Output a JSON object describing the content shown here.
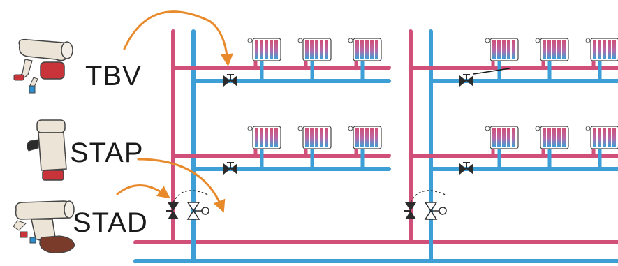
{
  "labels": {
    "tbv": "TBV",
    "stap": "STAP",
    "stad": "STAD"
  },
  "colors": {
    "supply_pipe": "#d0507a",
    "return_pipe": "#3d9fd6",
    "arrow": "#e8892a",
    "valve": "#2b2b2b",
    "radiator_top": "#d0507a",
    "radiator_bottom": "#3d9fd6"
  },
  "icons": {
    "tbv_valve": "tbv-valve-icon",
    "stap_valve": "stap-valve-icon",
    "stad_valve": "stad-valve-icon",
    "radiator": "radiator-icon",
    "balancing_valve": "balancing-valve-icon"
  }
}
